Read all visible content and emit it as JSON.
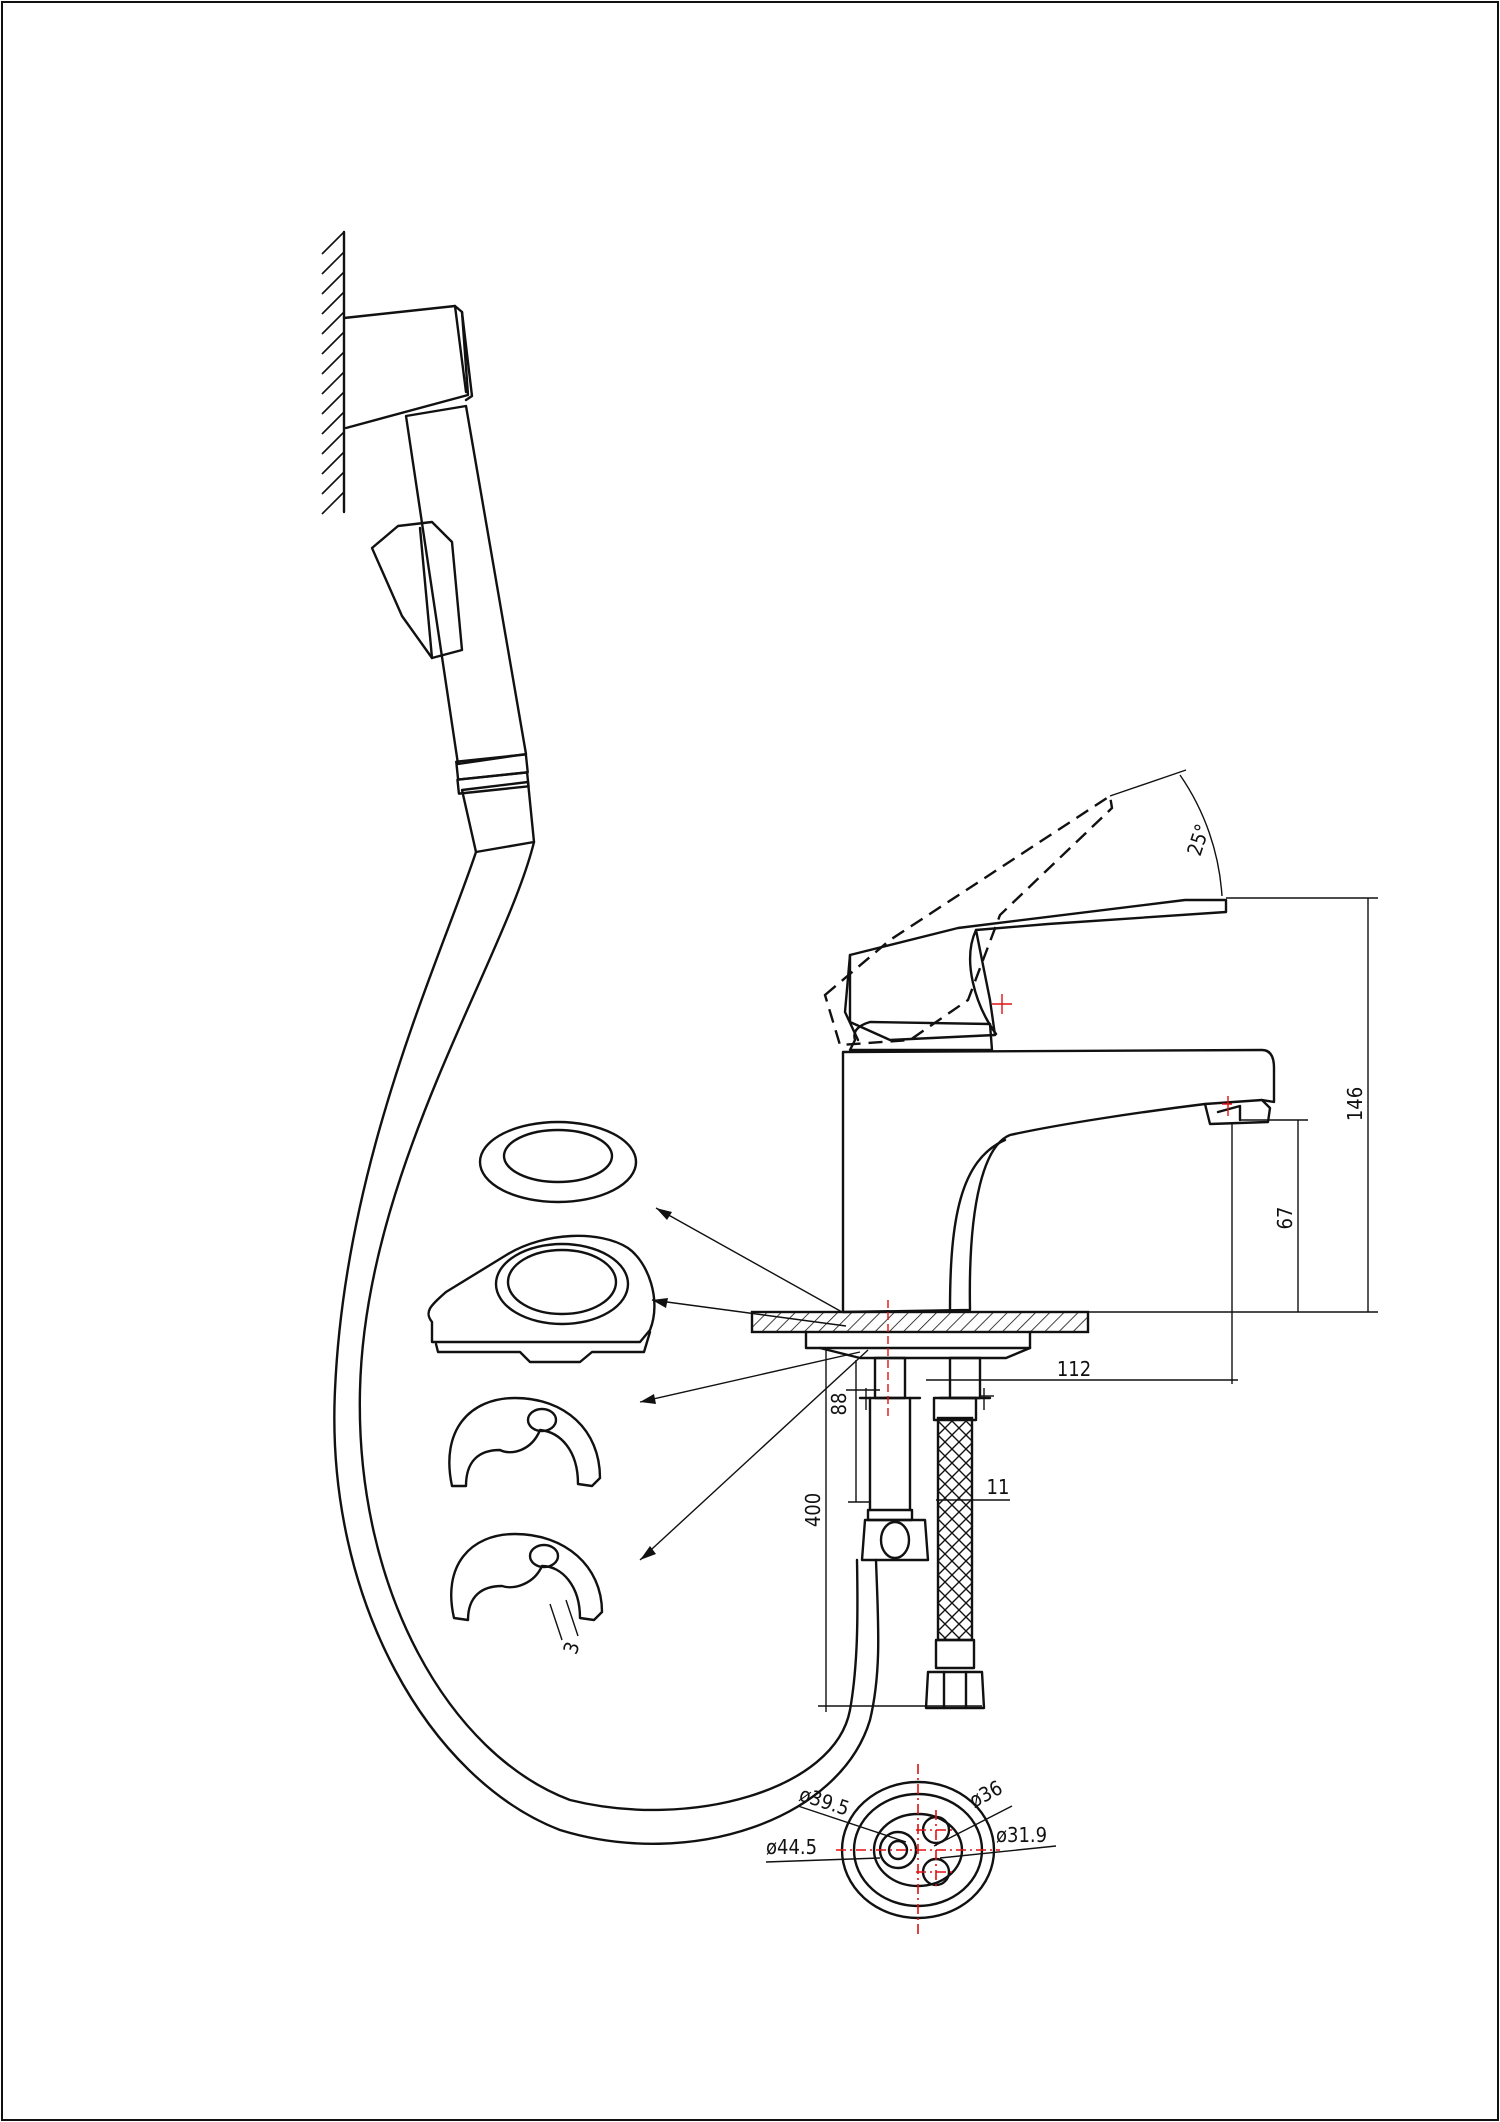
{
  "dimensions": {
    "angle": "25°",
    "total_height": "146",
    "spout_height": "67",
    "spout_reach": "112",
    "shank_length": "88",
    "hose_length": "400",
    "hose_diameter": "11",
    "clip_thickness": "3",
    "d_39_5": "ø39.5",
    "d_44_5": "ø44.5",
    "d_36": "ø36",
    "d_31_9": "ø31.9"
  }
}
